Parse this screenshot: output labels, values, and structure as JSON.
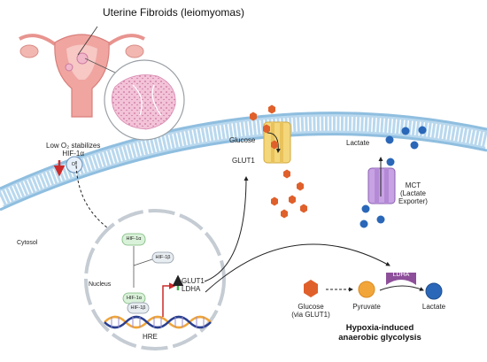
{
  "title": "Uterine Fibroids (leiomyomas)",
  "o2_note": "Low O₂ stabilizes\nHIF-1α",
  "o2_symbol": "O₂",
  "cytosol": "Cytosol",
  "nucleus": "Nucleus",
  "hif1a": "HIF-1α",
  "hif1b": "HIF-1β",
  "hre": "HRE",
  "genes": "GLUT1\nLDHA",
  "glucose": "Glucose",
  "glut1": "GLUT1",
  "lactate": "Lactate",
  "mct": "MCT\n(Lactate\nExporter)",
  "ldha": "LDHA",
  "glucose_via": "Glucose\n(via GLUT1)",
  "pyruvate": "Pyruvate",
  "lactate_product": "Lactate",
  "pathway_title": "Hypoxia-induced\nanaerobic glycolysis",
  "colors": {
    "membrane_blue": "#9ec8e6",
    "glucose_orange": "#e0602b",
    "lactate_blue": "#2a67b8",
    "pyruvate_orange": "#f2a63a",
    "ldha_purple": "#8e4f9a",
    "transporter_yellow": "#f4d77a",
    "arrow_red": "#cc2a2a",
    "up_green": "#4caf50"
  }
}
